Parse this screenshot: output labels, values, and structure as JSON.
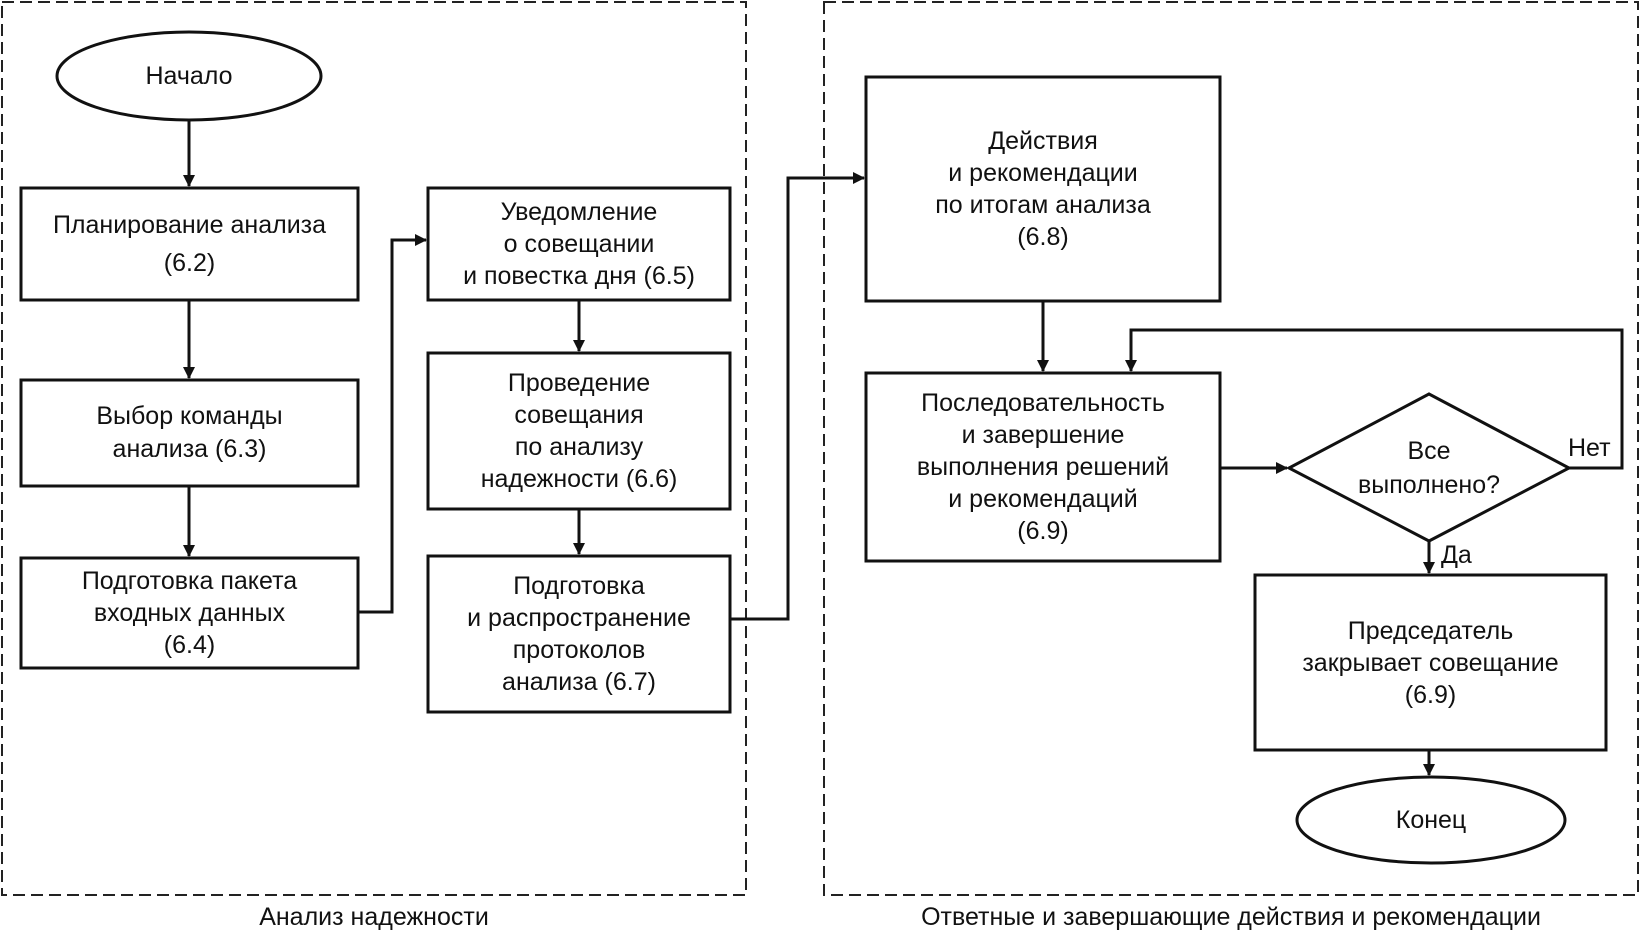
{
  "panels": {
    "left_caption": "Анализ надежности",
    "right_caption": "Ответные и завершающие действия и рекомендации"
  },
  "nodes": {
    "start": "Начало",
    "plan": "Планирование анализа\n(6.2)",
    "team": "Выбор команды\nанализа (6.3)",
    "package": "Подготовка пакета\nвходных данных\n(6.4)",
    "notice": "Уведомление\nо совещании\nи повестка дня (6.5)",
    "meeting": "Проведение\nсовещания\nпо анализу\nнадежности (6.6)",
    "protocols": "Подготовка\nи распространение\nпротоколов\nанализа (6.7)",
    "actions": "Действия\nи рекомендации\nпо итогам анализа\n(6.8)",
    "sequence": "Последовательность\nи завершение\nвыполнения решений\nи рекомендаций\n(6.9)",
    "decision": "Все\nвыполнено?",
    "chair": "Председатель\nзакрывает совещание\n(6.9)",
    "end": "Конец"
  },
  "edge_labels": {
    "no": "Нет",
    "yes": "Да"
  }
}
